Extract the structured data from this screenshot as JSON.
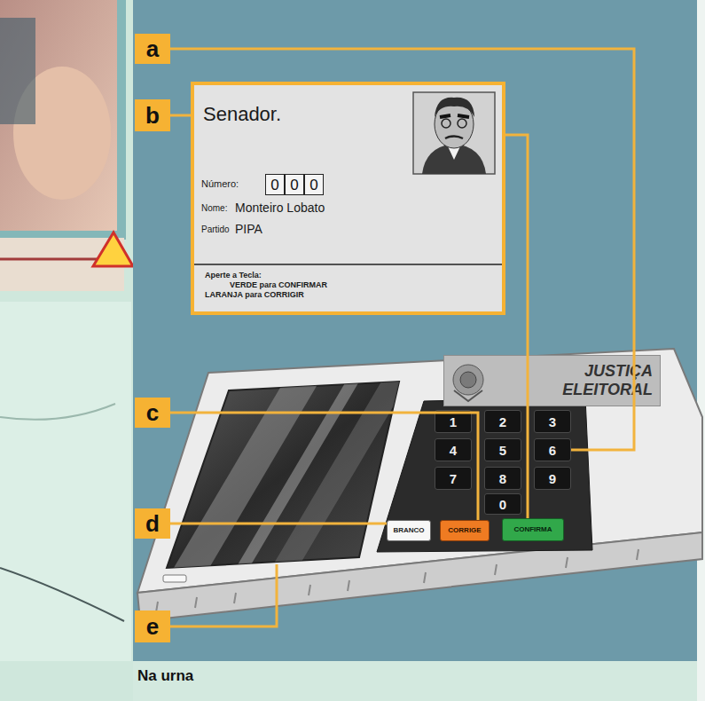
{
  "diagram": {
    "caption": "Na urna",
    "nodes": [
      {
        "text": [
          "a"
        ]
      },
      {
        "text": [
          "b"
        ]
      },
      {
        "text": [
          "Senador.",
          "Número:",
          "Nome:",
          "Monteiro Lobato",
          "Partido",
          "PIPA",
          "Aperte a Tecla:",
          "VERDE para CONFIRMAR",
          "LARANJA para CORRIGIR"
        ]
      },
      {
        "text": [
          "0"
        ],
        "in": 2
      },
      {
        "text": [
          "0"
        ],
        "in": 2
      },
      {
        "text": [
          "0"
        ],
        "in": 2
      },
      {
        "text": [
          "c"
        ]
      },
      {
        "text": [
          "JUSTIÇA ELEITORAL"
        ]
      },
      {
        "text": [
          "1"
        ]
      },
      {
        "text": [
          "2"
        ]
      },
      {
        "text": [
          "3"
        ]
      },
      {
        "text": [
          "4"
        ]
      },
      {
        "text": [
          "5"
        ]
      },
      {
        "text": [
          "6"
        ]
      },
      {
        "text": [
          "7"
        ]
      },
      {
        "text": [
          "8"
        ]
      },
      {
        "text": [
          "9"
        ]
      },
      {
        "text": [
          "0"
        ]
      },
      {
        "text": [
          "d"
        ]
      },
      {
        "text": [
          "BRANCO"
        ]
      },
      {
        "text": [
          "CORRIGE"
        ]
      },
      {
        "text": [
          "CONFIRMA"
        ]
      },
      {
        "text": [
          "e"
        ]
      }
    ],
    "edges": [
      {
        "from": 0,
        "to": 13,
        "arrow": "none"
      },
      {
        "from": 1,
        "to": 2,
        "arrow": "none"
      },
      {
        "from": 2,
        "to": 21,
        "arrow": "none"
      },
      {
        "from": 6,
        "to": 20,
        "arrow": "none"
      },
      {
        "from": 18,
        "to": 19,
        "arrow": "none"
      }
    ]
  }
}
